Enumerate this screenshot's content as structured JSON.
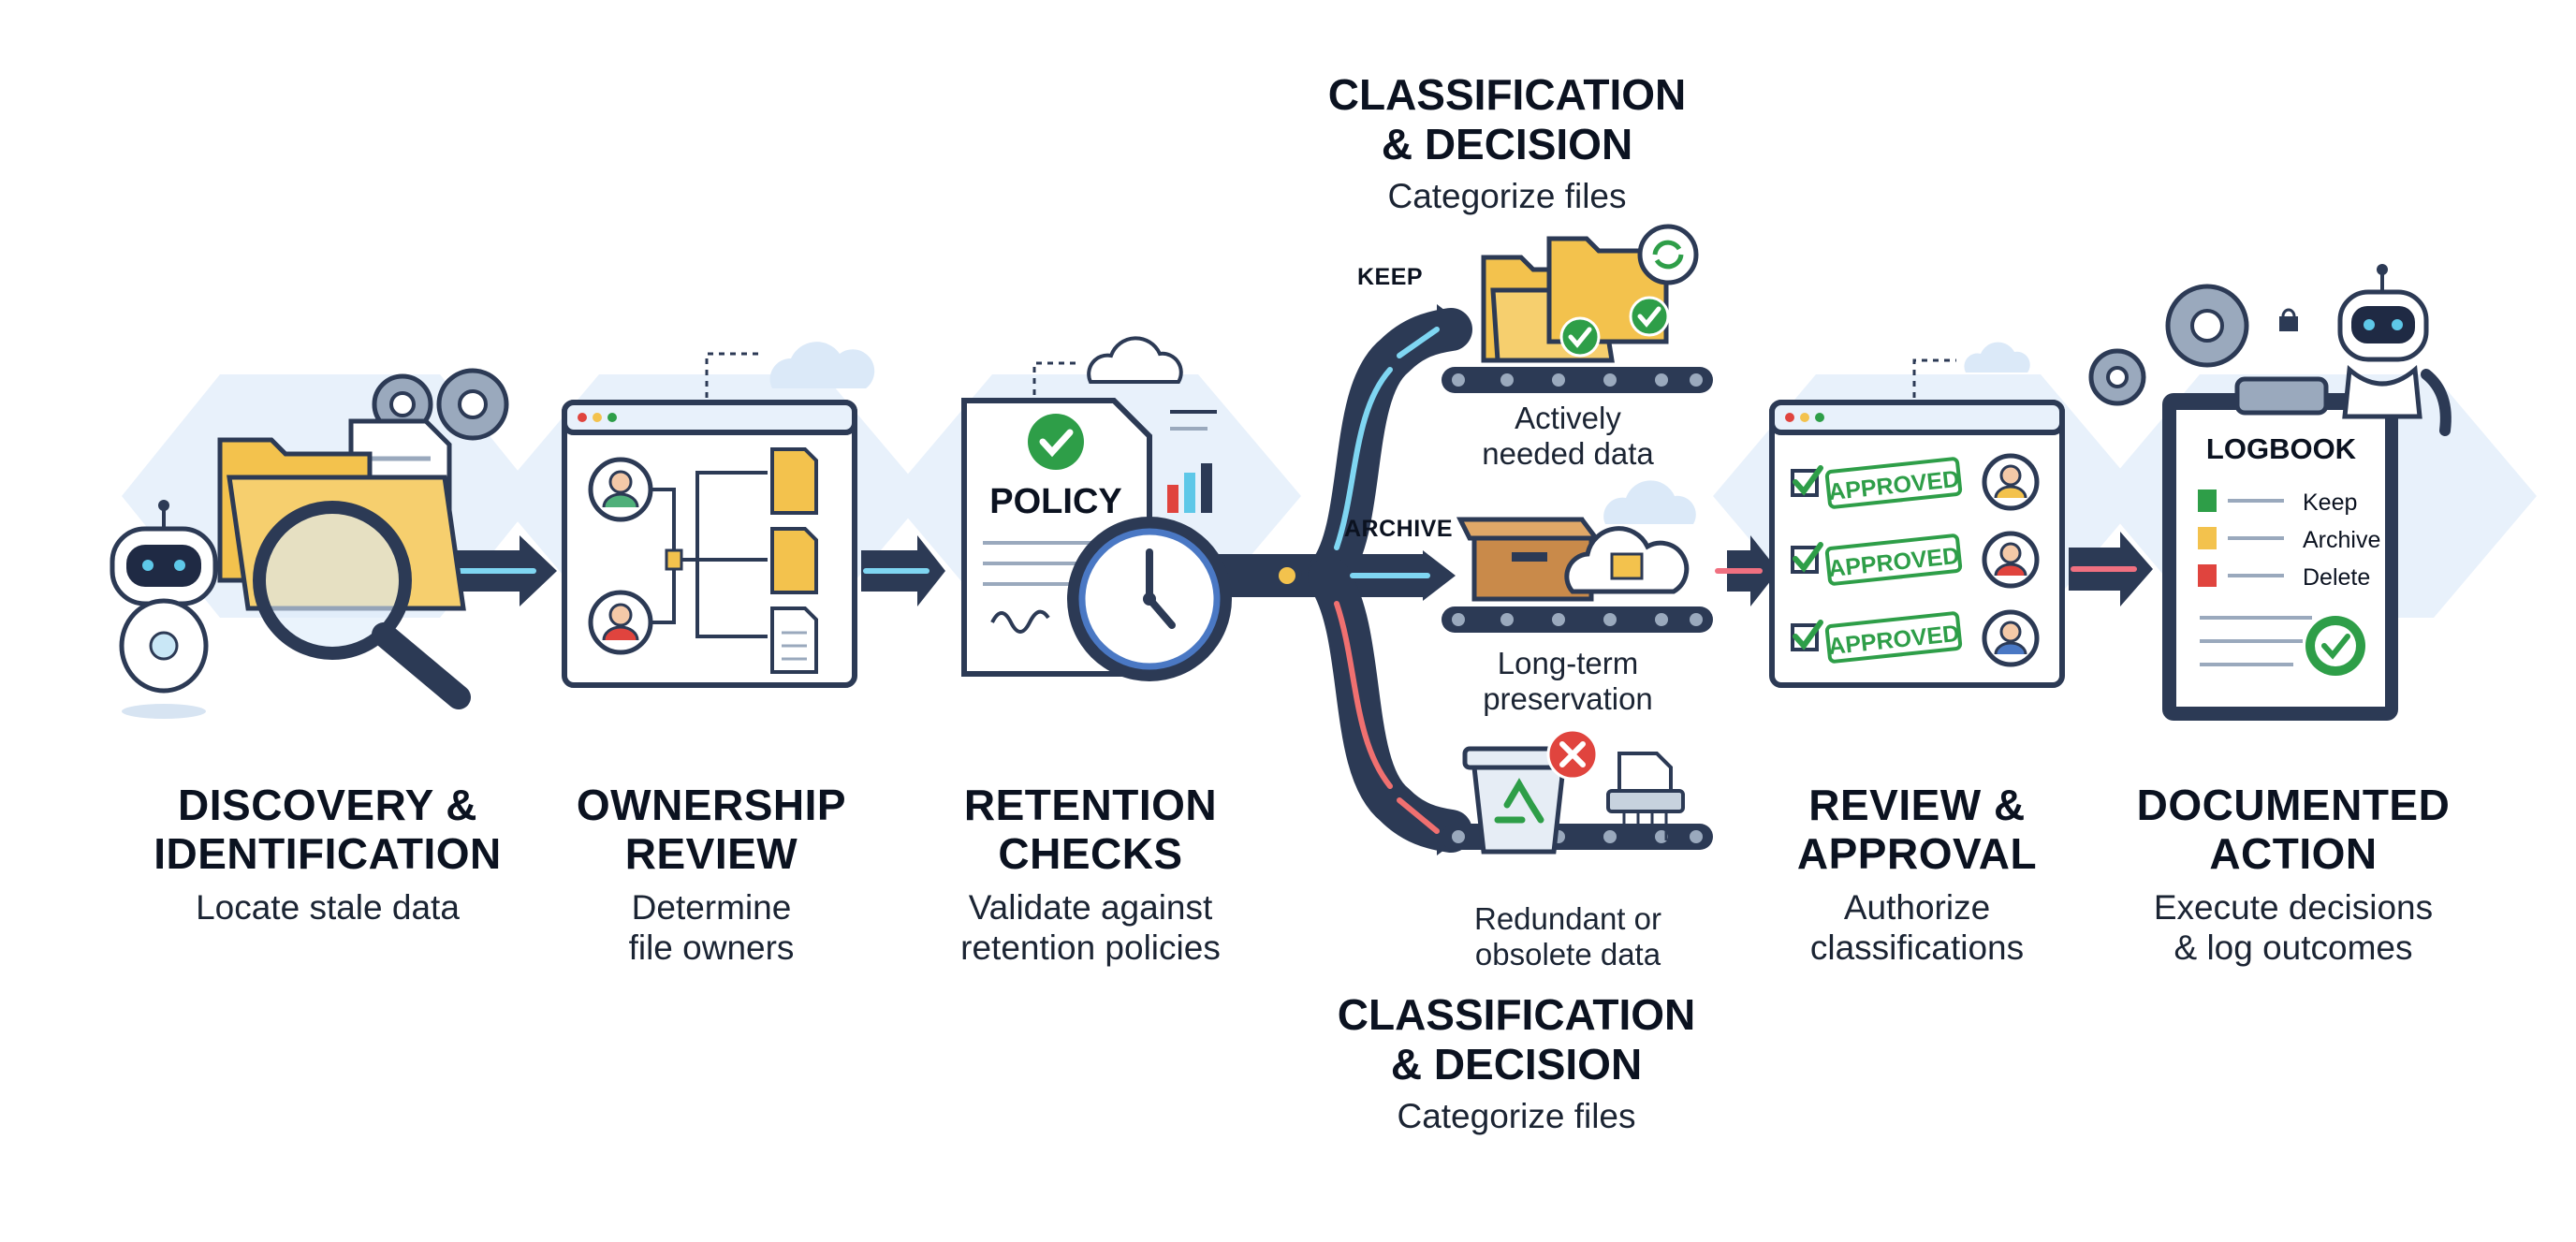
{
  "steps": [
    {
      "title_line1": "DISCOVERY &",
      "title_line2": "IDENTIFICATION",
      "sub_line1": "Locate stale data",
      "sub_line2": ""
    },
    {
      "title_line1": "OWNERSHIP",
      "title_line2": "REVIEW",
      "sub_line1": "Determine",
      "sub_line2": "file owners"
    },
    {
      "title_line1": "RETENTION",
      "title_line2": "CHECKS",
      "sub_line1": "Validate against",
      "sub_line2": "retention policies"
    },
    {
      "title_line1": "REVIEW &",
      "title_line2": "APPROVAL",
      "sub_line1": "Authorize",
      "sub_line2": "classifications"
    },
    {
      "title_line1": "DOCUMENTED",
      "title_line2": "ACTION",
      "sub_line1": "Execute decisions",
      "sub_line2": "& log outcomes"
    }
  ],
  "classification_top": {
    "title_line1": "CLASSIFICATION",
    "title_line2": "& DECISION",
    "sub": "Categorize files"
  },
  "classification_bottom": {
    "title_line1": "CLASSIFICATION",
    "title_line2": "& DECISION",
    "sub": "Categorize files"
  },
  "branches": [
    {
      "tag": "KEEP",
      "desc_line1": "Actively",
      "desc_line2": "needed data",
      "color": "#5ec8e8"
    },
    {
      "tag": "ARCHIVE",
      "desc_line1": "Long-term",
      "desc_line2": "preservation",
      "color": "#5ec8e8"
    },
    {
      "tag": "",
      "desc_line1": "Redundant or",
      "desc_line2": "obsolete data",
      "color": "#f07070"
    }
  ],
  "policy_doc": {
    "label": "POLICY"
  },
  "approval_stamps": [
    "APPROVED",
    "APPROVED",
    "APPROVED"
  ],
  "logbook": {
    "title": "LOGBOOK",
    "entries": [
      "Keep",
      "Archive",
      "Delete"
    ]
  },
  "colors": {
    "outline": "#2c3a55",
    "folder": "#f3c24d",
    "accent_green": "#2e9e48",
    "accent_red": "#e0443e",
    "arrow_blue": "#5ec8e8",
    "panel_bg": "#e8f1fb"
  },
  "icons": [
    "robot-icon",
    "folder-icon",
    "magnifier-icon",
    "gear-icon",
    "cloud-icon",
    "person-icon",
    "document-icon",
    "clock-icon",
    "checkmark-icon",
    "box-icon",
    "trash-icon",
    "shredder-icon",
    "recycle-icon",
    "clipboard-icon"
  ]
}
